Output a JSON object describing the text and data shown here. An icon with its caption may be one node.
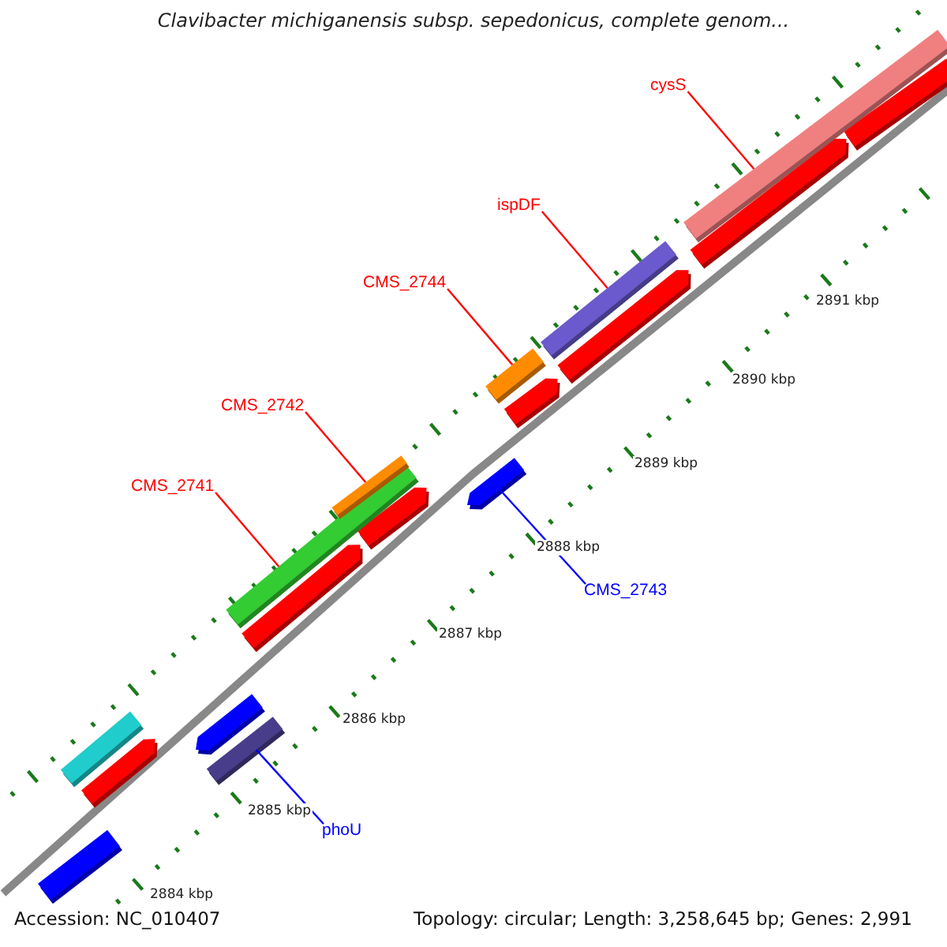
{
  "diagram": {
    "title": "Clavibacter michiganensis subsp. sepedonicus, complete genom...",
    "nodes": [
      {
        "text": [
          "cysS"
        ]
      },
      {
        "text": [
          "ispDF"
        ]
      },
      {
        "text": [
          "CMS_2744"
        ]
      },
      {
        "text": [
          "CMS_2742"
        ]
      },
      {
        "text": [
          "CMS_2741"
        ]
      },
      {
        "text": [
          "CMS_2743"
        ]
      },
      {
        "text": [
          "phoU"
        ]
      },
      {
        "text": [],
        "shape": "bar"
      },
      {
        "text": [],
        "shape": "bar"
      },
      {
        "text": [],
        "shape": "bar"
      },
      {
        "text": [],
        "shape": "bar"
      },
      {
        "text": [],
        "shape": "bar"
      },
      {
        "text": [],
        "shape": "bar"
      },
      {
        "text": [],
        "shape": "bar"
      }
    ],
    "edges": [
      {
        "from": 0,
        "to": 7,
        "arrow": "none"
      },
      {
        "from": 1,
        "to": 8,
        "arrow": "none"
      },
      {
        "from": 2,
        "to": 9,
        "arrow": "none"
      },
      {
        "from": 3,
        "to": 10,
        "arrow": "none"
      },
      {
        "from": 4,
        "to": 11,
        "arrow": "none"
      },
      {
        "from": 5,
        "to": 12,
        "arrow": "none",
        "color": "#0000ff"
      },
      {
        "from": 6,
        "to": 13,
        "arrow": "none",
        "color": "#0000ff"
      }
    ],
    "labels": [
      "2891 kbp",
      "2890 kbp",
      "2889 kbp",
      "2888 kbp",
      "2887 kbp",
      "2886 kbp",
      "2885 kbp",
      "2884 kbp",
      "Accession: NC_010407",
      "Topology: circular; Length: 3,258,645 bp; Genes: 2,991"
    ]
  }
}
